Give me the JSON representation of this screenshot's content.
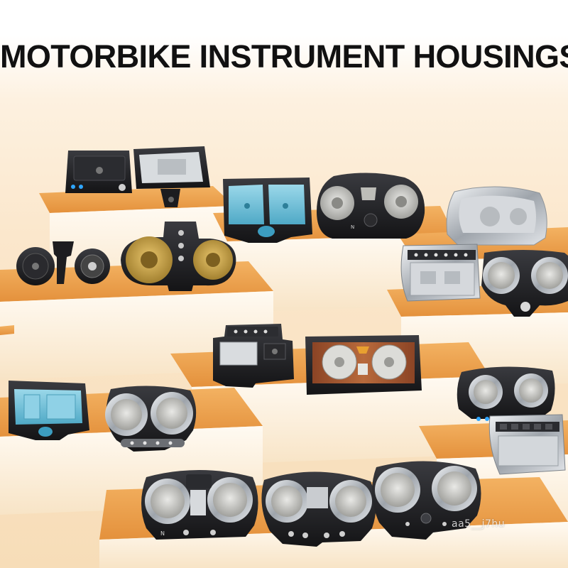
{
  "poster": {
    "title": "MOTORBIKE INSTRUMENT HOUSINGS",
    "watermark": "aa5__j7hu"
  },
  "colors": {
    "background_top": "#fdf1e0",
    "platform_top": "#f0a24a",
    "platform_front": "#fff6e8",
    "housing_black": "#1b1b1e",
    "housing_blue": "#6fc3db",
    "housing_chrome": "#c7ccd2",
    "housing_yellow": "#c9a24a",
    "housing_wood": "#a45c35"
  },
  "products": [
    {
      "name": "rectangular-black-housing-with-blue-leds",
      "icon": "rectangular-gauge-icon"
    },
    {
      "name": "rectangular-white-inner-housing",
      "icon": "rectangular-gauge-icon"
    },
    {
      "name": "small-round-gauge-parts-set",
      "icon": "round-gauge-icon"
    },
    {
      "name": "yellow-twin-gauge-housing",
      "icon": "twin-gauge-icon"
    },
    {
      "name": "blue-twin-window-housing",
      "icon": "rectangular-gauge-icon"
    },
    {
      "name": "twin-gauge-housing-cream-inner",
      "icon": "twin-gauge-icon"
    },
    {
      "name": "silver-cowl-housing",
      "icon": "cowl-icon"
    },
    {
      "name": "rectangular-indicator-panel",
      "icon": "indicator-panel-icon"
    },
    {
      "name": "chrome-twin-gauge-housing-right",
      "icon": "twin-gauge-icon"
    },
    {
      "name": "small-rectangular-housing",
      "icon": "rectangular-gauge-icon"
    },
    {
      "name": "wood-grain-twin-gauge-housing",
      "icon": "twin-gauge-icon"
    },
    {
      "name": "blue-rectangular-housing-left",
      "icon": "rectangular-gauge-icon"
    },
    {
      "name": "chrome-twin-gauge-housing-left",
      "icon": "twin-gauge-icon"
    },
    {
      "name": "grey-twin-gauge-housing-right",
      "icon": "twin-gauge-icon"
    },
    {
      "name": "indicator-panel-grey-right",
      "icon": "indicator-panel-icon"
    },
    {
      "name": "twin-gauge-housing-bottom-left",
      "icon": "twin-gauge-icon"
    },
    {
      "name": "twin-gauge-housing-bottom-middle",
      "icon": "twin-gauge-icon"
    },
    {
      "name": "twin-gauge-housing-bottom-right",
      "icon": "twin-gauge-icon"
    }
  ]
}
